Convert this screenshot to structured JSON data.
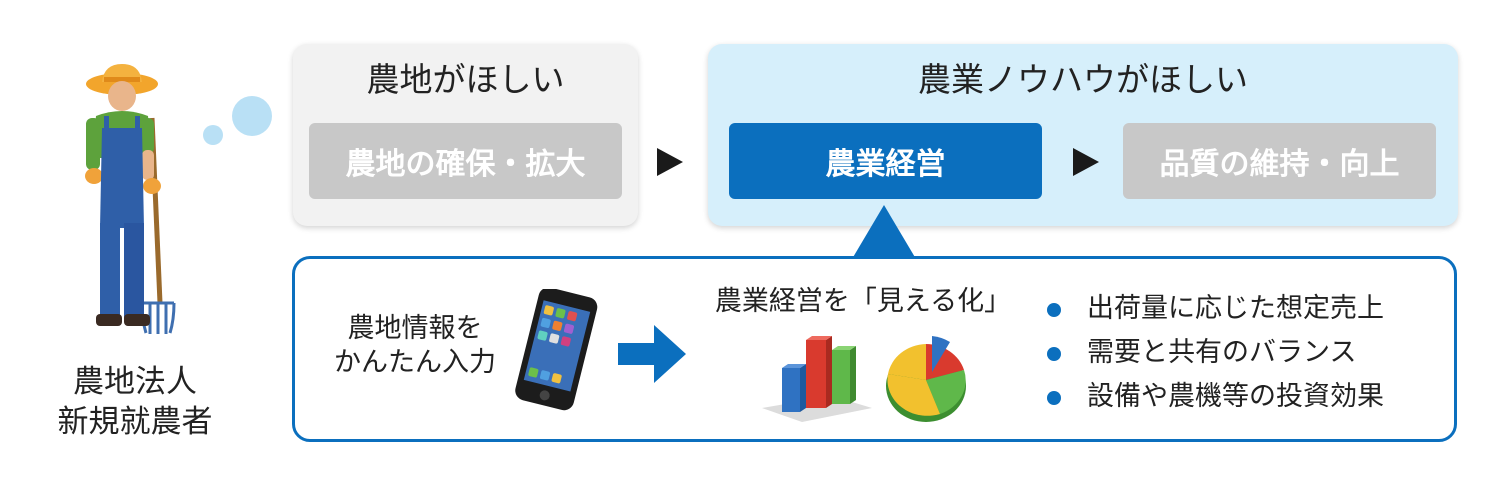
{
  "person": {
    "caption_line1": "農地法人",
    "caption_line2": "新規就農者"
  },
  "panel_land": {
    "title": "農地がほしい",
    "box_label": "農地の確保・拡大"
  },
  "panel_knowhow": {
    "title": "農業ノウハウがほしい",
    "box_management": "農業経営",
    "box_quality": "品質の維持・向上"
  },
  "bottom": {
    "input_line1": "農地情報を",
    "input_line2": "かんたん入力",
    "visualize_title": "農業経営を「見える化」",
    "bullets": [
      "出荷量に応じた想定売上",
      "需要と共有のバランス",
      "設備や農機等の投資効果"
    ]
  },
  "colors": {
    "accent_blue": "#0b6fbe",
    "light_blue_panel": "#d6effb",
    "gray_panel": "#f2f2f2",
    "gray_box": "#c8c8c8"
  }
}
